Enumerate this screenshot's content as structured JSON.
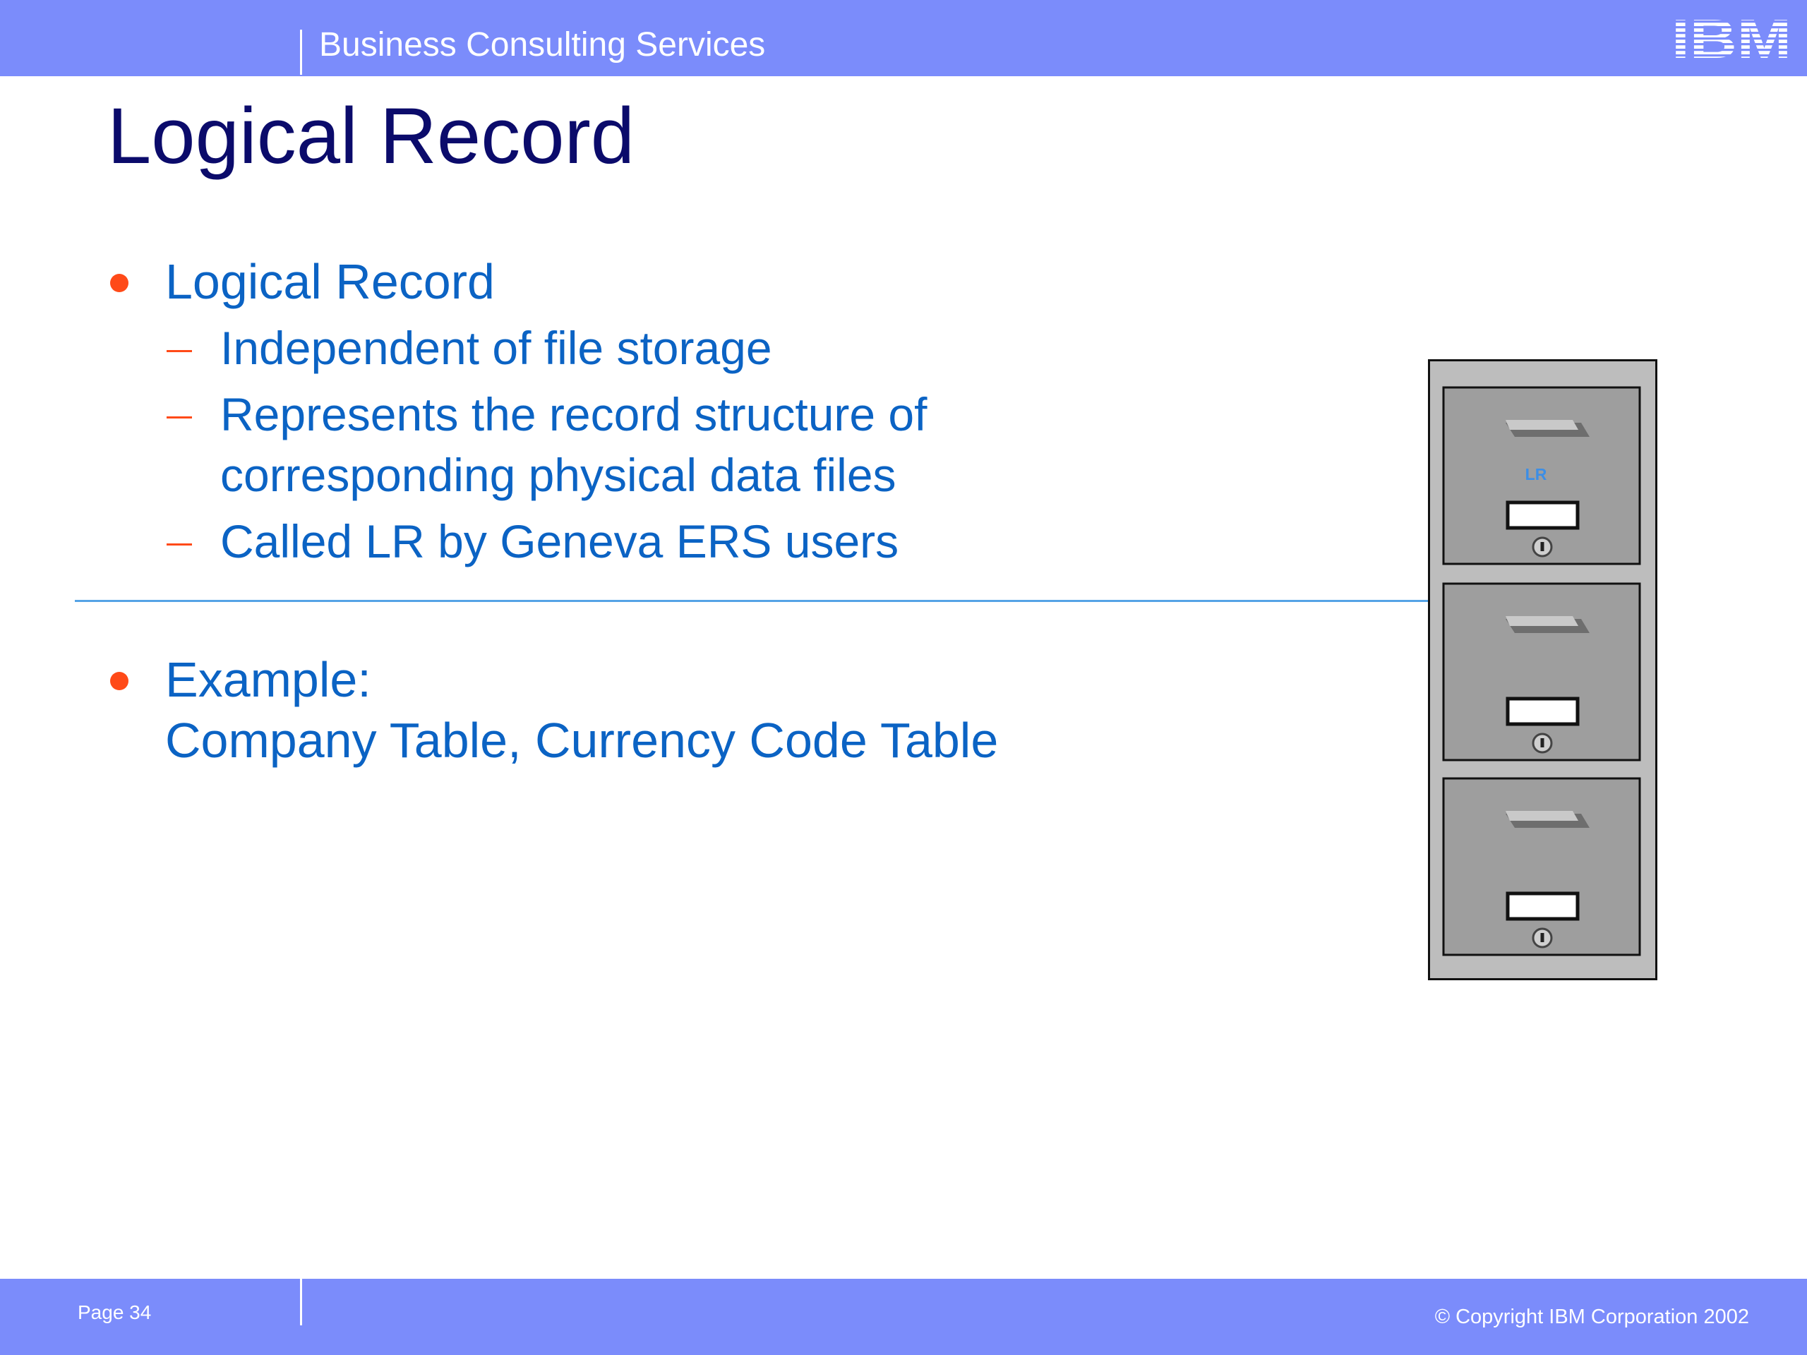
{
  "header": {
    "title": "Business Consulting Services",
    "logo_text": "IBM"
  },
  "slide": {
    "title": "Logical Record",
    "bullets": [
      {
        "text": "Logical Record",
        "subitems": [
          {
            "lines": [
              "Independent of file storage"
            ]
          },
          {
            "lines": [
              "Represents the record structure of",
              "corresponding physical data files"
            ]
          },
          {
            "lines": [
              "Called LR by Geneva ERS users"
            ]
          }
        ]
      },
      {
        "lines": [
          "Example:",
          "Company Table, Currency Code Table"
        ]
      }
    ],
    "cabinet_label": "LR"
  },
  "footer": {
    "page": "Page 34",
    "copyright": "© Copyright IBM Corporation 2002"
  },
  "colors": {
    "header_bg": "#7b8cfb",
    "title": "#0b0b6b",
    "text": "#0b63c4",
    "bullet": "#ff4a18",
    "separator": "#55a3e6"
  }
}
